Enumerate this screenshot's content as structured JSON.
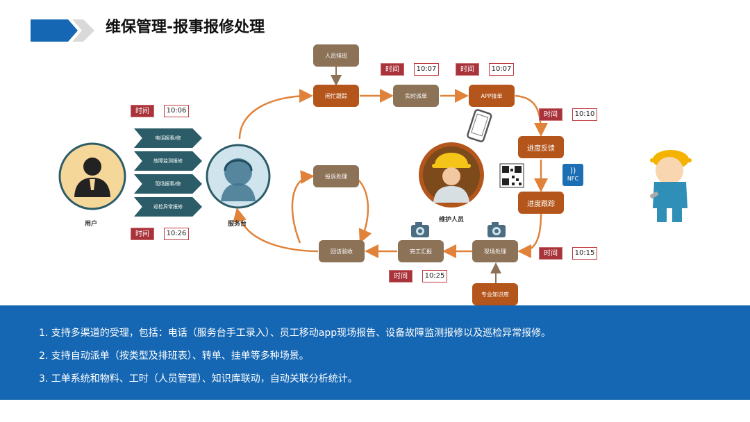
{
  "title": "维保管理-报事报修处理",
  "times": {
    "t1006": {
      "label": "时间",
      "value": "10:06"
    },
    "t1026": {
      "label": "时间",
      "value": "10:26"
    },
    "t1007a": {
      "label": "时间",
      "value": "10:07"
    },
    "t1007b": {
      "label": "时间",
      "value": "10:07"
    },
    "t1010": {
      "label": "时间",
      "value": "10:10"
    },
    "t1015": {
      "label": "时间",
      "value": "10:15"
    },
    "t1025": {
      "label": "时间",
      "value": "10:25"
    }
  },
  "channels": [
    "电话报事/修",
    "故障监测报修",
    "现场报事/修",
    "巡检异常报修"
  ],
  "nodes": {
    "staff_schedule": "人员排班",
    "idle_tracking": "闲忙跟踪",
    "realtime_dispatch": "实时派单",
    "app_accept": "APP接单",
    "progress_feedback": "进度反馈",
    "progress_tracking": "进度跟踪",
    "onsite": "现场处理",
    "completion_report": "完工汇报",
    "return_visit": "回访验收",
    "complaint": "投诉处理",
    "knowledge_base": "专业知识库"
  },
  "labels": {
    "user": "用户",
    "service_desk": "服务台",
    "maintainer": "维护人员",
    "nfc": "NFC"
  },
  "points": [
    "1. 支持多渠道的受理，包括：电话（服务台手工录入）、员工移动app现场报告、设备故障监测报修以及巡检异常报修。",
    "2. 支持自动派单（按类型及排班表）、转单、挂单等多种场景。",
    "3. 工单系统和物料、工时（人员管理）、知识库联动，自动关联分析统计。"
  ],
  "colors": {
    "band": "#1667b3",
    "node_rust": "#b4551b",
    "node_tan": "#8c7358",
    "chevron": "#2c5c68",
    "time_red": "#a8333a",
    "arrow": "#e0823a"
  }
}
